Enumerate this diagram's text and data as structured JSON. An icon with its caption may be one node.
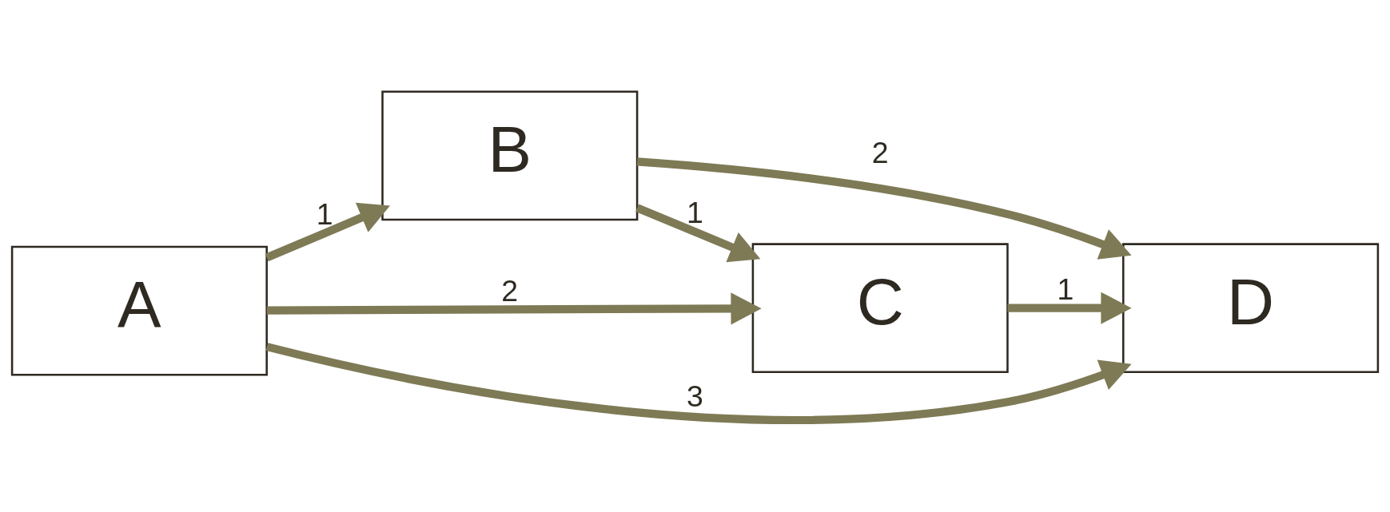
{
  "diagram": {
    "nodes": [
      {
        "text": [
          "A"
        ]
      },
      {
        "text": [
          "B"
        ]
      },
      {
        "text": [
          "C"
        ]
      },
      {
        "text": [
          "D"
        ]
      }
    ],
    "edges": [
      {
        "from": 0,
        "to": 2,
        "arrow": "to",
        "label": "2"
      },
      {
        "from": 0,
        "to": 3,
        "arrow": "to",
        "label": "3"
      },
      {
        "from": 1,
        "to": 3,
        "arrow": "to",
        "label": "2"
      },
      {
        "from": 0,
        "to": 1,
        "arrow": "to",
        "label": "1"
      },
      {
        "from": 1,
        "to": 2,
        "arrow": "to",
        "label": "1"
      },
      {
        "from": 2,
        "to": 3,
        "arrow": "to",
        "label": "1"
      }
    ]
  }
}
